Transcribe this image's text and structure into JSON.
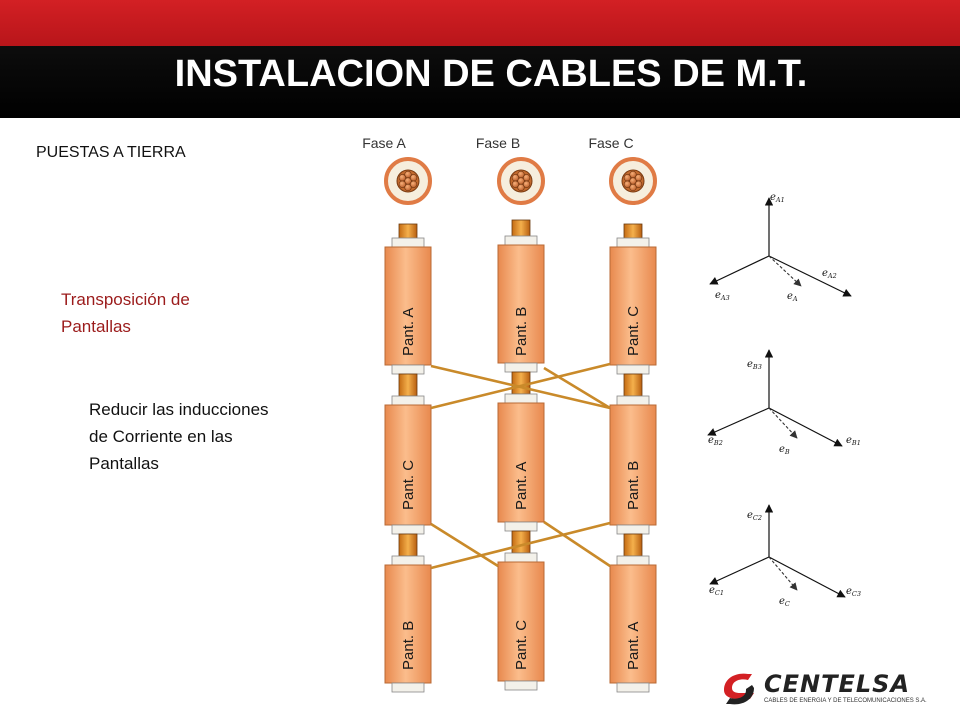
{
  "header": {
    "title": "INSTALACION DE CABLES DE M.T."
  },
  "section_title": "PUESTAS A TIERRA",
  "transposicion": {
    "line1": "Transposición de",
    "line2": "Pantallas"
  },
  "reducir": "Reducir las inducciones de Corriente en las Pantallas",
  "phases": [
    "Fase A",
    "Fase B",
    "Fase C"
  ],
  "shield_labels": [
    [
      "Pant. A",
      "Pant. B",
      "Pant. C"
    ],
    [
      "Pant. C",
      "Pant. A",
      "Pant. B"
    ],
    [
      "Pant. B",
      "Pant. C",
      "Pant. A"
    ]
  ],
  "vectors": {
    "a": {
      "top": "e",
      "top_sub": "A1",
      "right": "e",
      "right_sub": "A2",
      "left": "e",
      "left_sub": "A3",
      "res": "e",
      "res_sub": "A"
    },
    "b": {
      "top": "e",
      "top_sub": "B3",
      "right": "e",
      "right_sub": "B1",
      "left": "e",
      "left_sub": "B2",
      "res": "e",
      "res_sub": "B"
    },
    "c": {
      "top": "e",
      "top_sub": "C2",
      "right": "e",
      "right_sub": "C3",
      "left": "e",
      "left_sub": "C1",
      "res": "e",
      "res_sub": "C"
    }
  },
  "logo": {
    "name": "CENTELSA",
    "tagline": "CABLES DE ENERGIA Y DE TELECOMUNICACIONES S.A."
  },
  "colors": {
    "header_red": "#d32024",
    "header_black": "#000000",
    "copper": "#f2a066",
    "brown": "#c98a2a",
    "title_red": "#9b1b1b"
  }
}
